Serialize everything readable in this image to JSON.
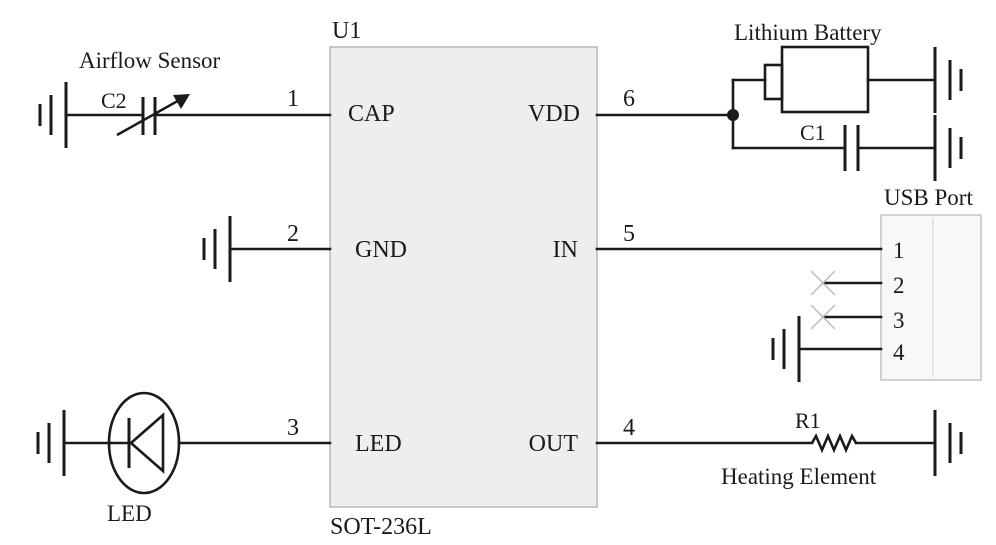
{
  "chip": {
    "ref": "U1",
    "package": "SOT-236L",
    "fill": "#eeeeee",
    "pins": [
      {
        "num": "1",
        "name": "CAP"
      },
      {
        "num": "2",
        "name": "GND"
      },
      {
        "num": "3",
        "name": "LED"
      },
      {
        "num": "4",
        "name": "OUT"
      },
      {
        "num": "5",
        "name": "IN"
      },
      {
        "num": "6",
        "name": "VDD"
      }
    ]
  },
  "components": {
    "airflow_sensor": {
      "label": "Airflow Sensor",
      "ref": "C2"
    },
    "battery": {
      "label": "Lithium Battery"
    },
    "c1": {
      "ref": "C1"
    },
    "usb": {
      "label": "USB Port",
      "pins": [
        "1",
        "2",
        "3",
        "4"
      ]
    },
    "r1": {
      "ref": "R1",
      "label": "Heating Element"
    },
    "led": {
      "label": "LED"
    }
  },
  "icons": [
    "ground-icon",
    "variable-capacitor-icon",
    "capacitor-icon",
    "battery-icon",
    "led-diode-icon",
    "resistor-icon",
    "no-connect-icon"
  ],
  "colors": {
    "line": "#1a1a1a",
    "chip_fill": "#eeeeee",
    "usb_fill": "#f8f8f8"
  }
}
